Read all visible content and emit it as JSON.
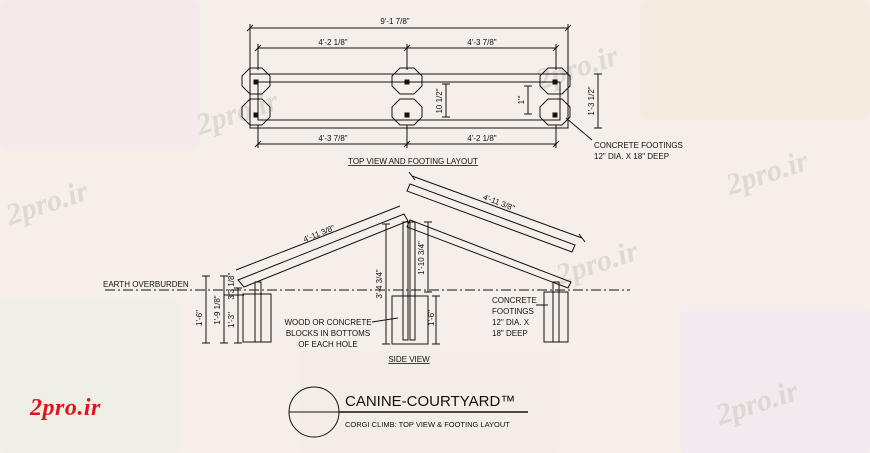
{
  "top_view": {
    "overall_width": "9'-1 7/8\"",
    "upper_left_span": "4'-2 1/8\"",
    "upper_right_span": "4'-3 7/8\"",
    "lower_left_span": "4'-3 7/8\"",
    "lower_right_span": "4'-2 1/8\"",
    "depth_center": "10 1/2\"",
    "depth_inner_right": "1'\"",
    "depth_outer_right": "1'-3 1/2\"",
    "footing_note_line1": "CONCRETE FOOTINGS",
    "footing_note_line2": "12\" DIA. X 18\" DEEP",
    "caption": "TOP VIEW AND FOOTING LAYOUT"
  },
  "side_view": {
    "rafter_left": "4'-11 3/8\"",
    "rafter_right": "4'-11 3/8\"",
    "ridge_post": "1'-10 3/4\"",
    "post_height": "3'-4 3/4\"",
    "earth_label": "EARTH OVERBURDEN",
    "earth_depth": "3 1/8\"",
    "left_3": "3\"",
    "left_1_6": "1'-6\"",
    "left_1_9": "1'-9 1/8\"",
    "left_1_3": "1'-3\"",
    "center_1_6": "1'-6\"",
    "blocks_note_line1": "WOOD OR CONCRETE",
    "blocks_note_line2": "BLOCKS IN BOTTOMS",
    "blocks_note_line3": "OF EACH HOLE",
    "footing_line1": "CONCRETE",
    "footing_line2": "FOOTINGS",
    "footing_line3": "12\" DIA. X",
    "footing_line4": "18\" DEEP",
    "caption": "SIDE VIEW"
  },
  "title_block": {
    "title": "CANINE-COURTYARD™",
    "subtitle": "CORGI CLIMB: TOP VIEW & FOOTING LAYOUT"
  },
  "watermarks": [
    "2pro.ir",
    "2pro.ir",
    "2pro.ir",
    "2pro.ir",
    "2pro.ir",
    "2pro.ir"
  ],
  "logo_text": "2pro.ir",
  "colors": {
    "line": "#111111",
    "watermark": "#d9d3cb",
    "logo": "#e0141c",
    "background": "#f6efe9"
  }
}
